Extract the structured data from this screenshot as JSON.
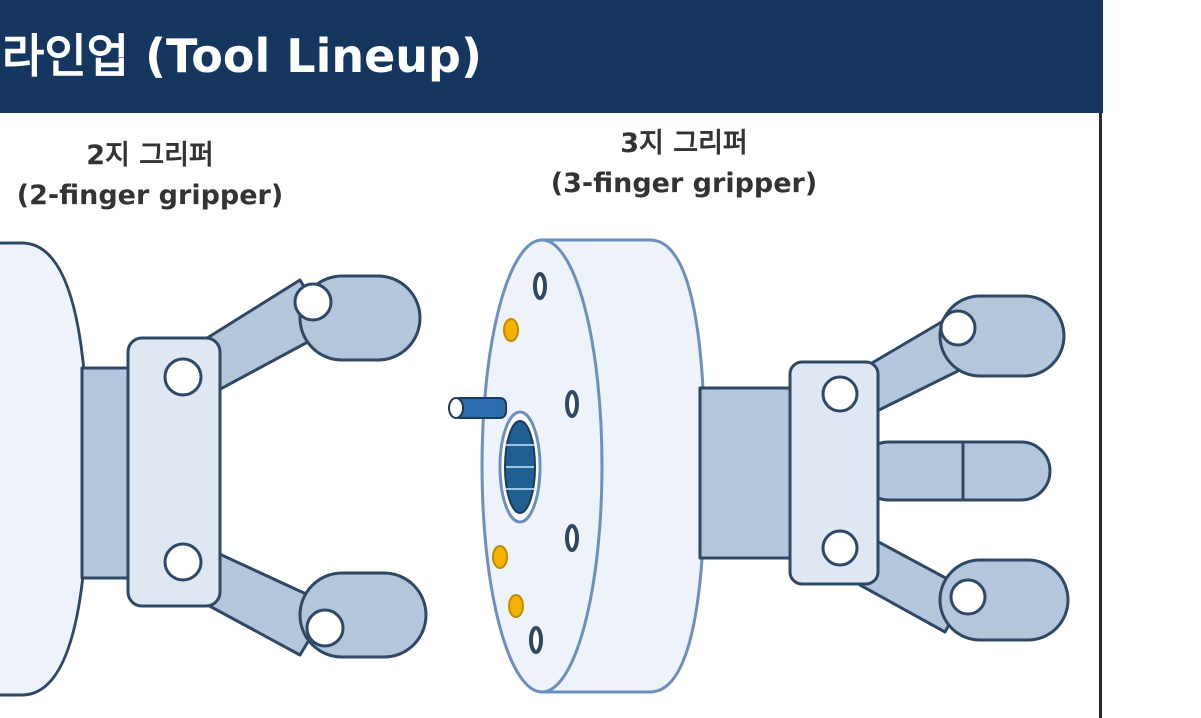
{
  "header": {
    "title": "라인업 (Tool Lineup)"
  },
  "tools": [
    {
      "title_ko": "2지 그리퍼",
      "title_en": "(2-finger gripper)"
    },
    {
      "title_ko": "3지 그리퍼",
      "title_en": "(3-finger gripper)"
    }
  ],
  "colors": {
    "header_bg": "#14365f",
    "body_fill": "#eef3fb",
    "arm_fill": "#b4c6dc",
    "outline": "#2f4866",
    "accent_blue": "#2c6fb0",
    "bolt_yellow": "#f2b400"
  }
}
